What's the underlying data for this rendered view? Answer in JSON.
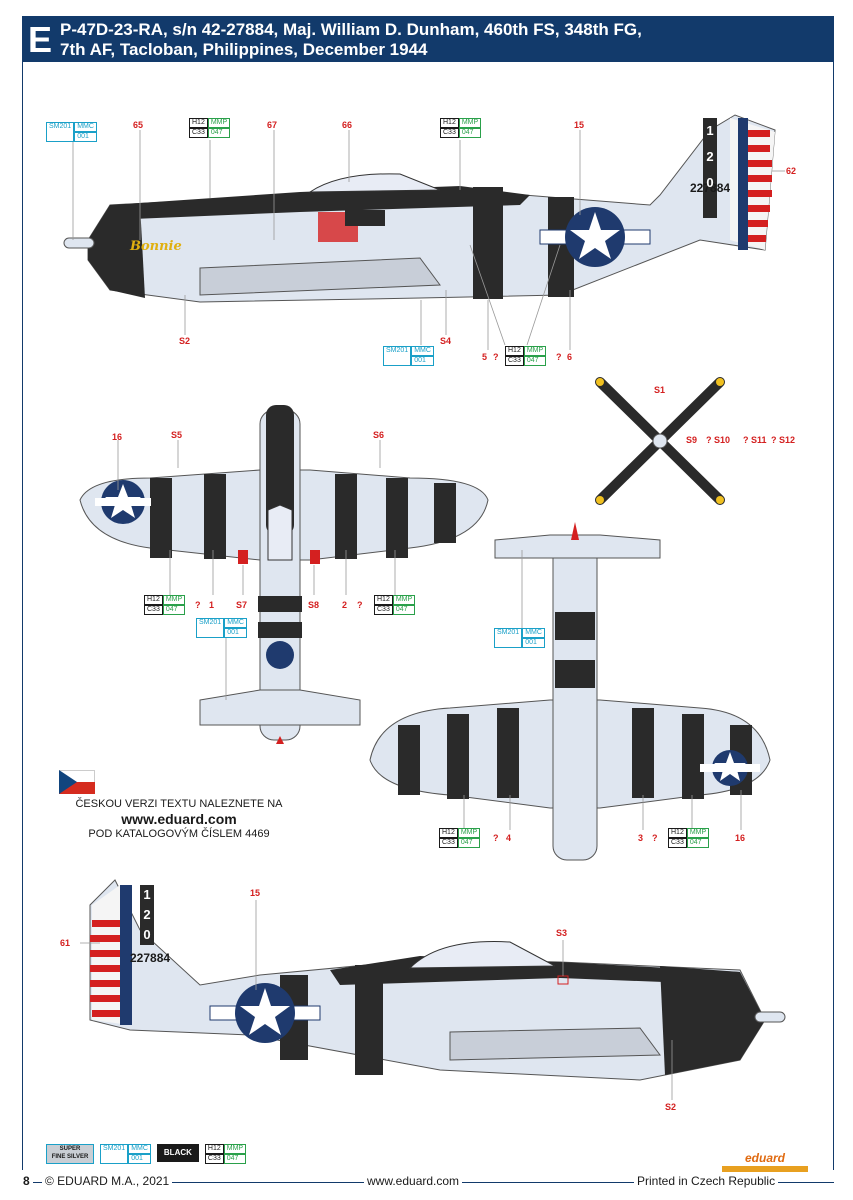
{
  "header": {
    "letter": "E",
    "line1": "P-47D-23-RA, s/n 42-27884, Maj. William D. Dunham, 460th FS, 348th FG,",
    "line2": "7th AF, Tacloban, Philippines, December 1944"
  },
  "side_markings": {
    "tail_code": "120",
    "serial": "227884",
    "nose_art": "Bonnie"
  },
  "refs": {
    "r65": "65",
    "r67": "67",
    "r66": "66",
    "r15a": "15",
    "r62": "62",
    "s2a": "S2",
    "s4": "S4",
    "r5": "5",
    "q5": "?",
    "q6": "?",
    "r6": "6",
    "s1": "S1",
    "s9": "S9",
    "s10": "? S10",
    "s11": "? S11",
    "s12": "? S12",
    "r16a": "16",
    "s5": "S5",
    "s6": "S6",
    "q1": "?",
    "r1": "1",
    "s7": "S7",
    "s8": "S8",
    "r2": "2",
    "q2": "?",
    "r3": "3",
    "q3": "?",
    "q4": "?",
    "r4": "4",
    "r16b": "16",
    "r61": "61",
    "r15b": "15",
    "s3": "S3",
    "s2b": "S2"
  },
  "codes": {
    "sm201": "SM201",
    "mmc": "MMC",
    "c001": "001",
    "h12": "H12",
    "mmp": "MMP",
    "c33": "C33",
    "c047": "047"
  },
  "czech": {
    "line1": "ČESKOU VERZI TEXTU NALEZNETE NA",
    "line2": "www.eduard.com",
    "line3": "POD KATALOGOVÝM ČÍSLEM 4469"
  },
  "legend": {
    "sfs_line1": "SUPER",
    "sfs_line2": "FINE SILVER",
    "black": "BLACK"
  },
  "footer": {
    "page": "8",
    "copyright": "© EDUARD M.A., 2021",
    "site": "www.eduard.com",
    "printed": "Printed in Czech Republic"
  },
  "logo": "eduard",
  "colors": {
    "header_bg": "#123a6b",
    "silver": "#dfe6f0",
    "black": "#2a2a2a",
    "red": "#d42020",
    "insignia_blue": "#1f3a6e"
  }
}
